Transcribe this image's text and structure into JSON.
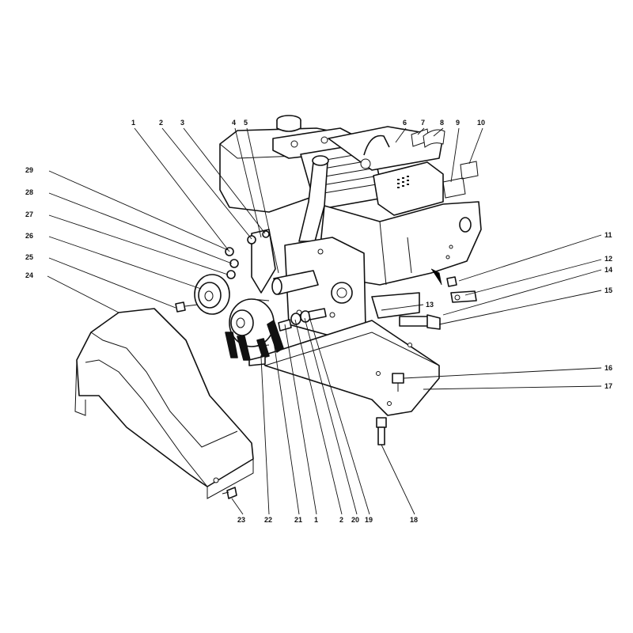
{
  "callouts": [
    {
      "id": "c1a",
      "label": "1"
    },
    {
      "id": "c2a",
      "label": "2"
    },
    {
      "id": "c3",
      "label": "3"
    },
    {
      "id": "c4",
      "label": "4"
    },
    {
      "id": "c5",
      "label": "5"
    },
    {
      "id": "c6",
      "label": "6"
    },
    {
      "id": "c7",
      "label": "7"
    },
    {
      "id": "c8",
      "label": "8"
    },
    {
      "id": "c9",
      "label": "9"
    },
    {
      "id": "c10",
      "label": "10"
    },
    {
      "id": "c11",
      "label": "11"
    },
    {
      "id": "c12",
      "label": "12"
    },
    {
      "id": "c13",
      "label": "13"
    },
    {
      "id": "c14",
      "label": "14"
    },
    {
      "id": "c15",
      "label": "15"
    },
    {
      "id": "c16",
      "label": "16"
    },
    {
      "id": "c17",
      "label": "17"
    },
    {
      "id": "c18",
      "label": "18"
    },
    {
      "id": "c19",
      "label": "19"
    },
    {
      "id": "c20",
      "label": "20"
    },
    {
      "id": "c2b",
      "label": "2"
    },
    {
      "id": "c1b",
      "label": "1"
    },
    {
      "id": "c21",
      "label": "21"
    },
    {
      "id": "c22",
      "label": "22"
    },
    {
      "id": "c23",
      "label": "23"
    },
    {
      "id": "c24",
      "label": "24"
    },
    {
      "id": "c25",
      "label": "25"
    },
    {
      "id": "c26",
      "label": "26"
    },
    {
      "id": "c27",
      "label": "27"
    },
    {
      "id": "c28",
      "label": "28"
    },
    {
      "id": "c29",
      "label": "29"
    }
  ],
  "colors": {
    "ink": "#111111",
    "paper": "#ffffff"
  }
}
